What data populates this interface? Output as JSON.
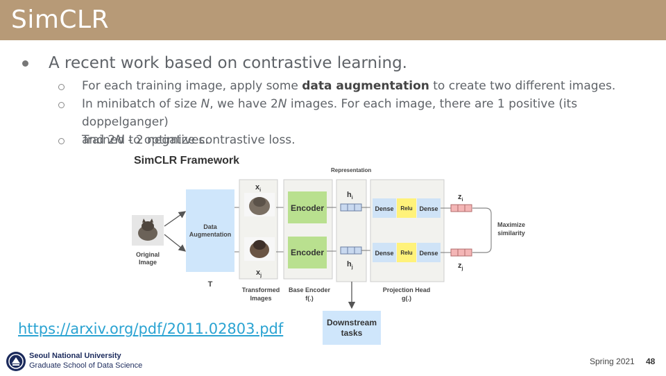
{
  "header": {
    "title": "SimCLR"
  },
  "bullets": {
    "main": "A recent work based on contrastive learning.",
    "sub1_pre": "For each training image, apply some ",
    "sub1_bold": "data augmentation",
    "sub1_post": " to create two different images.",
    "sub2_line1_a": "In minibatch of size ",
    "sub2_N1": "N",
    "sub2_line1_b": ", we have 2",
    "sub2_N2": "N",
    "sub2_line1_c": " images. For each image, there are 1 positive (its doppelganger)",
    "sub2_line2_a": "and 2",
    "sub2_N3": "N",
    "sub2_line2_b": " - 2 negatives.",
    "sub3": "Trained to optimize contrastive loss."
  },
  "diagram": {
    "title": "SimCLR Framework",
    "original_image": "Original",
    "original_image2": "Image",
    "augmentation": "Data",
    "augmentation2": "Augmentation",
    "t_label": "T",
    "xi": "x",
    "xi_sub": "i",
    "xj": "x",
    "xj_sub": "j",
    "transformed": "Transformed",
    "transformed2": "Images",
    "encoder": "Encoder",
    "base_encoder": "Base Encoder",
    "base_encoder_fn": "f(.)",
    "representation": "Representation",
    "hi": "h",
    "hi_sub": "i",
    "hj": "h",
    "hj_sub": "j",
    "dense": "Dense",
    "relu": "Relu",
    "projection_head": "Projection Head",
    "projection_fn": "g(.)",
    "zi": "z",
    "zi_sub": "i",
    "zj": "z",
    "zj_sub": "j",
    "maximize": "Maximize",
    "similarity": "similarity",
    "downstream": "Downstream",
    "downstream2": "tasks"
  },
  "link": {
    "text": "https://arxiv.org/pdf/2011.02803.pdf"
  },
  "footer": {
    "university": "Seoul National University",
    "school": "Graduate School of Data Science",
    "semester": "Spring 2021",
    "page": "48"
  },
  "colors": {
    "header": "#b79a77",
    "link": "#2aa3d2",
    "encoder": "#b9e08f",
    "augmentation": "#cfe6fb",
    "relu": "#fff27a",
    "z_vector": "#f4b6b6"
  }
}
